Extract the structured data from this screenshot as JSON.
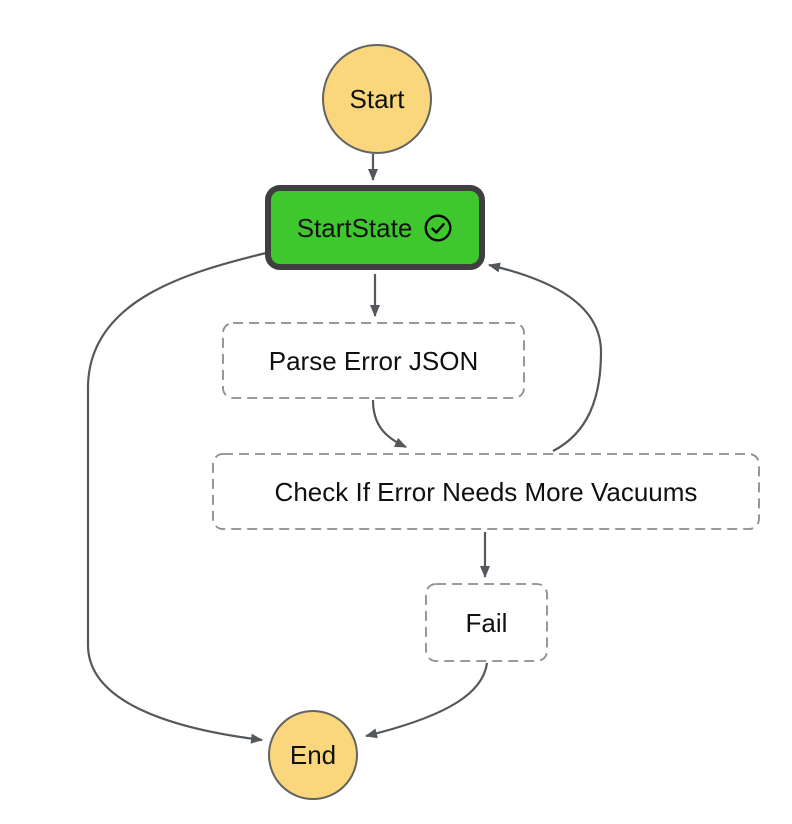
{
  "diagram": {
    "type": "state-machine-graph",
    "nodes": {
      "start": {
        "label": "Start",
        "kind": "terminal"
      },
      "startstate": {
        "label": "StartState",
        "kind": "state",
        "status": "succeeded",
        "status_icon": "check-circle"
      },
      "parse": {
        "label": "Parse Error JSON",
        "kind": "state",
        "status": "not-executed"
      },
      "check": {
        "label": "Check If Error Needs More Vacuums",
        "kind": "state",
        "status": "not-executed"
      },
      "fail": {
        "label": "Fail",
        "kind": "state",
        "status": "not-executed"
      },
      "end": {
        "label": "End",
        "kind": "terminal"
      }
    },
    "edges": [
      {
        "from": "Start",
        "to": "StartState"
      },
      {
        "from": "StartState",
        "to": "Parse Error JSON"
      },
      {
        "from": "Parse Error JSON",
        "to": "Check If Error Needs More Vacuums"
      },
      {
        "from": "Check If Error Needs More Vacuums",
        "to": "Fail"
      },
      {
        "from": "Fail",
        "to": "End"
      },
      {
        "from": "StartState",
        "to": "End"
      },
      {
        "from": "Check If Error Needs More Vacuums",
        "to": "StartState"
      }
    ],
    "colors": {
      "terminal_fill": "#fad77c",
      "terminal_border": "#636363",
      "succeeded_fill": "#3fc82d",
      "succeeded_border": "#3f3f3f",
      "pending_border": "#8c8c8c",
      "edge": "#54585c",
      "text": "#0f1111",
      "background": "#ffffff"
    }
  }
}
